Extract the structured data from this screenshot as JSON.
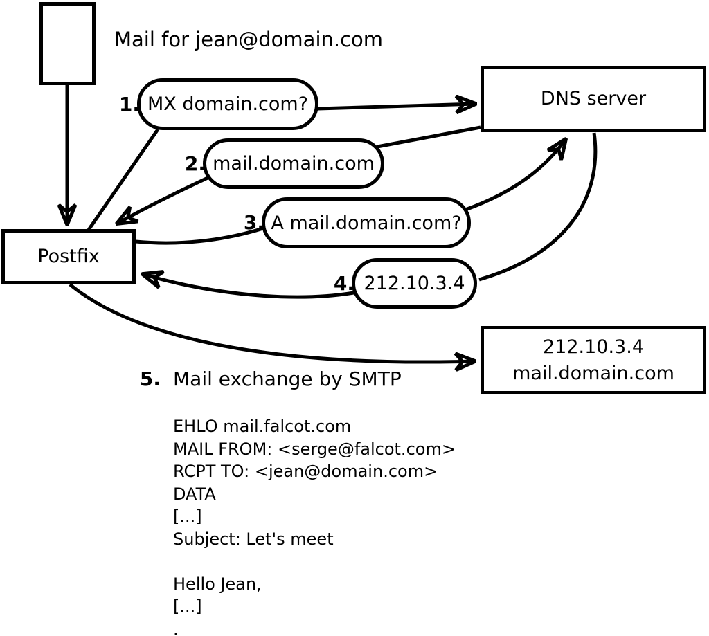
{
  "note_top": "Mail for jean@domain.com",
  "nodes": {
    "postfix": "Postfix",
    "dns": "DNS server",
    "mailserver_ip": "212.10.3.4",
    "mailserver_host": "mail.domain.com"
  },
  "steps": [
    {
      "num": "1.",
      "label": "MX domain.com?"
    },
    {
      "num": "2.",
      "label": "mail.domain.com"
    },
    {
      "num": "3.",
      "label": "A mail.domain.com?"
    },
    {
      "num": "4.",
      "label": "212.10.3.4"
    },
    {
      "num": "5.",
      "label": "Mail exchange by SMTP"
    }
  ],
  "smtp_session": {
    "lines": [
      "EHLO mail.falcot.com",
      "MAIL FROM: <serge@falcot.com>",
      "RCPT TO: <jean@domain.com>",
      "DATA",
      "[...]",
      "Subject: Let's meet",
      "",
      "Hello Jean,",
      "[...]",
      "."
    ]
  },
  "colors": {
    "ink": "#000000",
    "background": "#ffffff"
  }
}
